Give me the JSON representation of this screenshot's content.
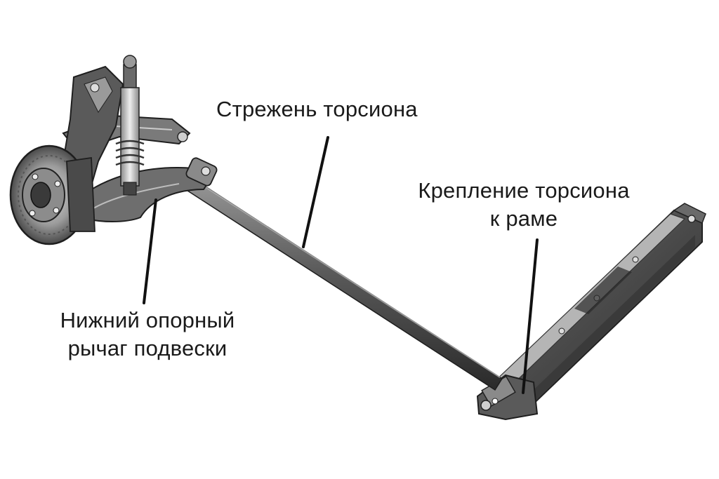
{
  "labels": {
    "torsion_rod": "Стрежень торсиона",
    "torsion_mount_line1": "Крепление торсиона",
    "torsion_mount_line2": "к раме",
    "lower_arm_line1": "Нижний опорный",
    "lower_arm_line2": "рычаг подвески"
  },
  "colors": {
    "background": "#ffffff",
    "text": "#1a1a1a",
    "leader": "#111111",
    "metal_dark": "#3a3a3a",
    "metal_mid": "#7a7a7a",
    "metal_light": "#cfcfcf"
  }
}
